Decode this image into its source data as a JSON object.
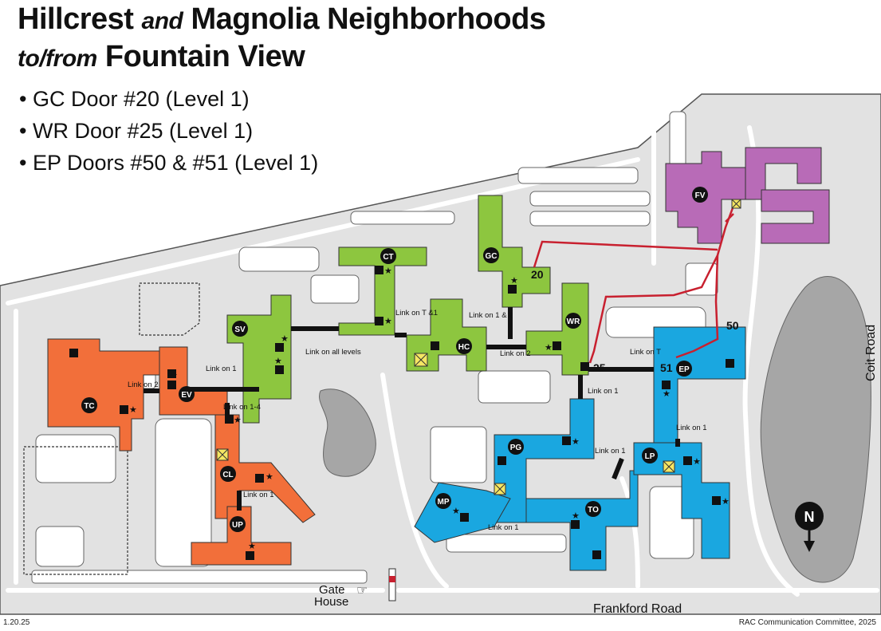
{
  "title": {
    "line1_a": "Hillcrest",
    "line1_b": "and",
    "line1_c": "Magnolia Neighborhoods",
    "line2_a": "to/from",
    "line2_b": "Fountain View"
  },
  "doors": [
    "GC Door #20 (Level 1)",
    "WR Door #25 (Level 1)",
    "EP Doors #50 & #51 (Level 1)"
  ],
  "buildings": {
    "green": [
      "CT",
      "SV",
      "GC",
      "HC",
      "WR"
    ],
    "orange": [
      "TC",
      "EV",
      "CL",
      "UP"
    ],
    "blue": [
      "PG",
      "MP",
      "TO",
      "LP",
      "EP"
    ],
    "purple": [
      "FV"
    ]
  },
  "door_numbers": [
    "20",
    "25",
    "50",
    "51"
  ],
  "links": {
    "ct_hc": "Link on T &1",
    "gc_hc": "Link on 1 & 2",
    "hc_wr": "Link on 2",
    "sv_ct": "Link on all levels",
    "ev_sv": "Link on 1",
    "tc_ev": "Link on 2",
    "ev_cl": "Link on 1-4",
    "cl_up": "Link on 1",
    "wr_ep": "Link on T",
    "wr_pg": "Link on 1",
    "pg_lp": "Link on 1",
    "ep_lp": "Link on 1",
    "mp_to": "Link on 1"
  },
  "roads": {
    "coit": "Coit Road",
    "frankford": "Frankford Road"
  },
  "gate_house": [
    "Gate",
    "House"
  ],
  "compass": "N",
  "footer": {
    "date": "1.20.25",
    "credit": "RAC Communication Committee, 2025"
  },
  "colors": {
    "green": "#8dc63f",
    "orange": "#f26f3a",
    "blue": "#1aa7e0",
    "purple": "#b86bb7",
    "route": "#c8202f",
    "grounds": "#e2e2e2",
    "pond": "#a6a6a6"
  },
  "icons": [
    "elevator-icon",
    "stairs-icon",
    "star-icon",
    "pointing-hand-icon",
    "compass-north-icon"
  ]
}
